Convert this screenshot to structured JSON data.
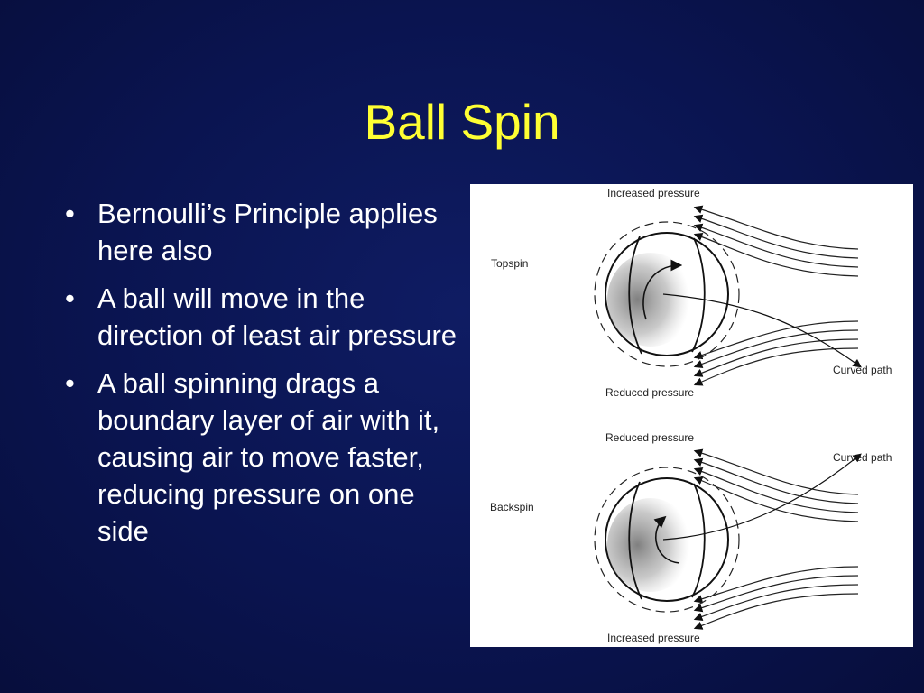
{
  "slide": {
    "title": "Ball Spin",
    "bullets": [
      "Bernoulli’s Principle applies here also",
      "A ball will move in the direction of least air pressure",
      "A ball spinning drags a boundary layer of air with it, causing air to move faster, reducing pressure on one side"
    ],
    "bullet_glyph": "•"
  },
  "figure": {
    "top": {
      "spin_label": "Topspin",
      "upper_label": "Increased pressure",
      "lower_label": "Reduced pressure",
      "path_label": "Curved path"
    },
    "bottom": {
      "spin_label": "Backspin",
      "upper_label": "Reduced pressure",
      "lower_label": "Increased pressure",
      "path_label": "Curved path"
    }
  }
}
